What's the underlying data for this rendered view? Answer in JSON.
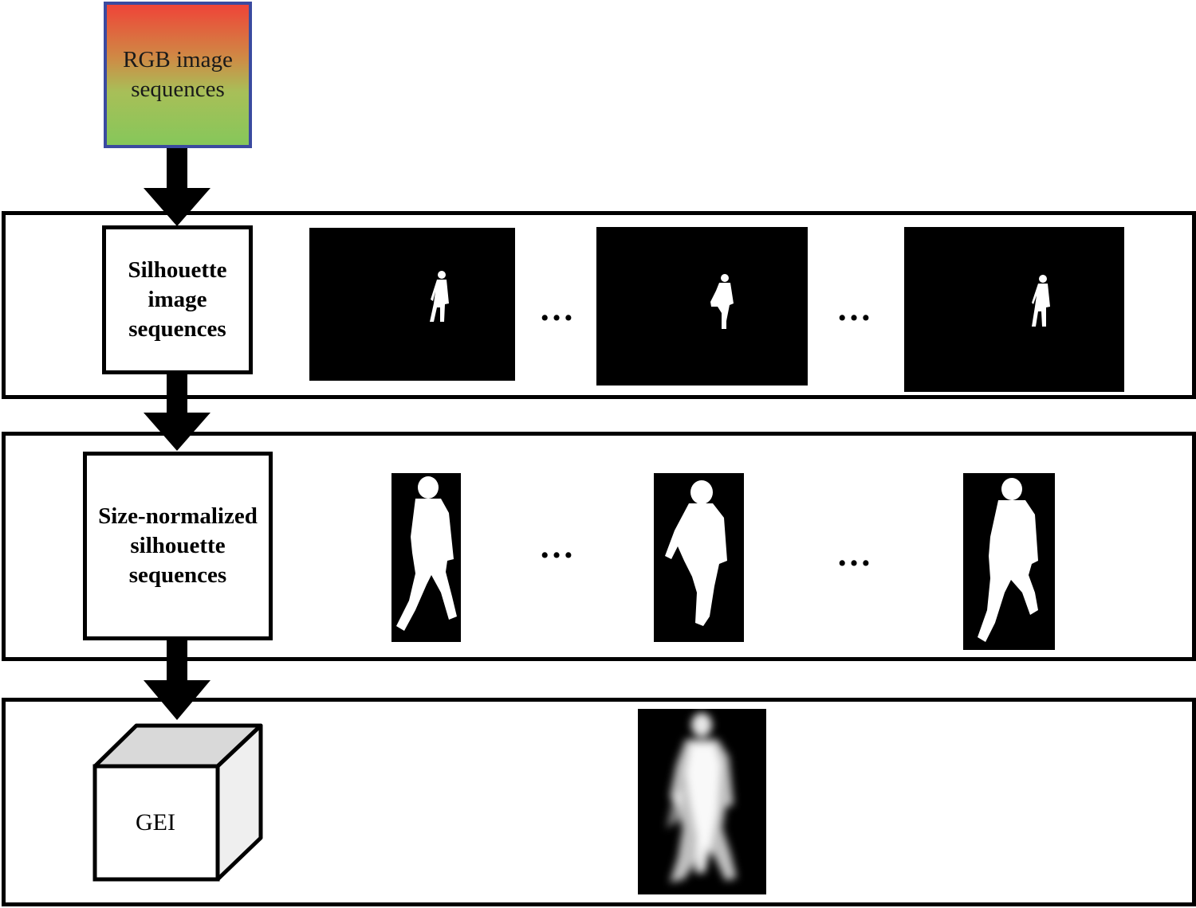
{
  "nodes": {
    "rgb": {
      "label_line1": "RGB image",
      "label_line2": "sequences"
    },
    "silhouette": {
      "label_line1": "Silhouette",
      "label_line2": "image",
      "label_line3": "sequences"
    },
    "normalized": {
      "label_line1": "Size-normalized",
      "label_line2": "silhouette",
      "label_line3": "sequences"
    },
    "gei": {
      "label": "GEI"
    }
  },
  "ellipsis": "…",
  "colors": {
    "rgb_border": "#3a4aa0",
    "rgb_gradient_top": "#ef4438",
    "rgb_gradient_bottom": "#86c75a",
    "frame_background": "#000000",
    "silhouette_fill": "#ffffff"
  }
}
